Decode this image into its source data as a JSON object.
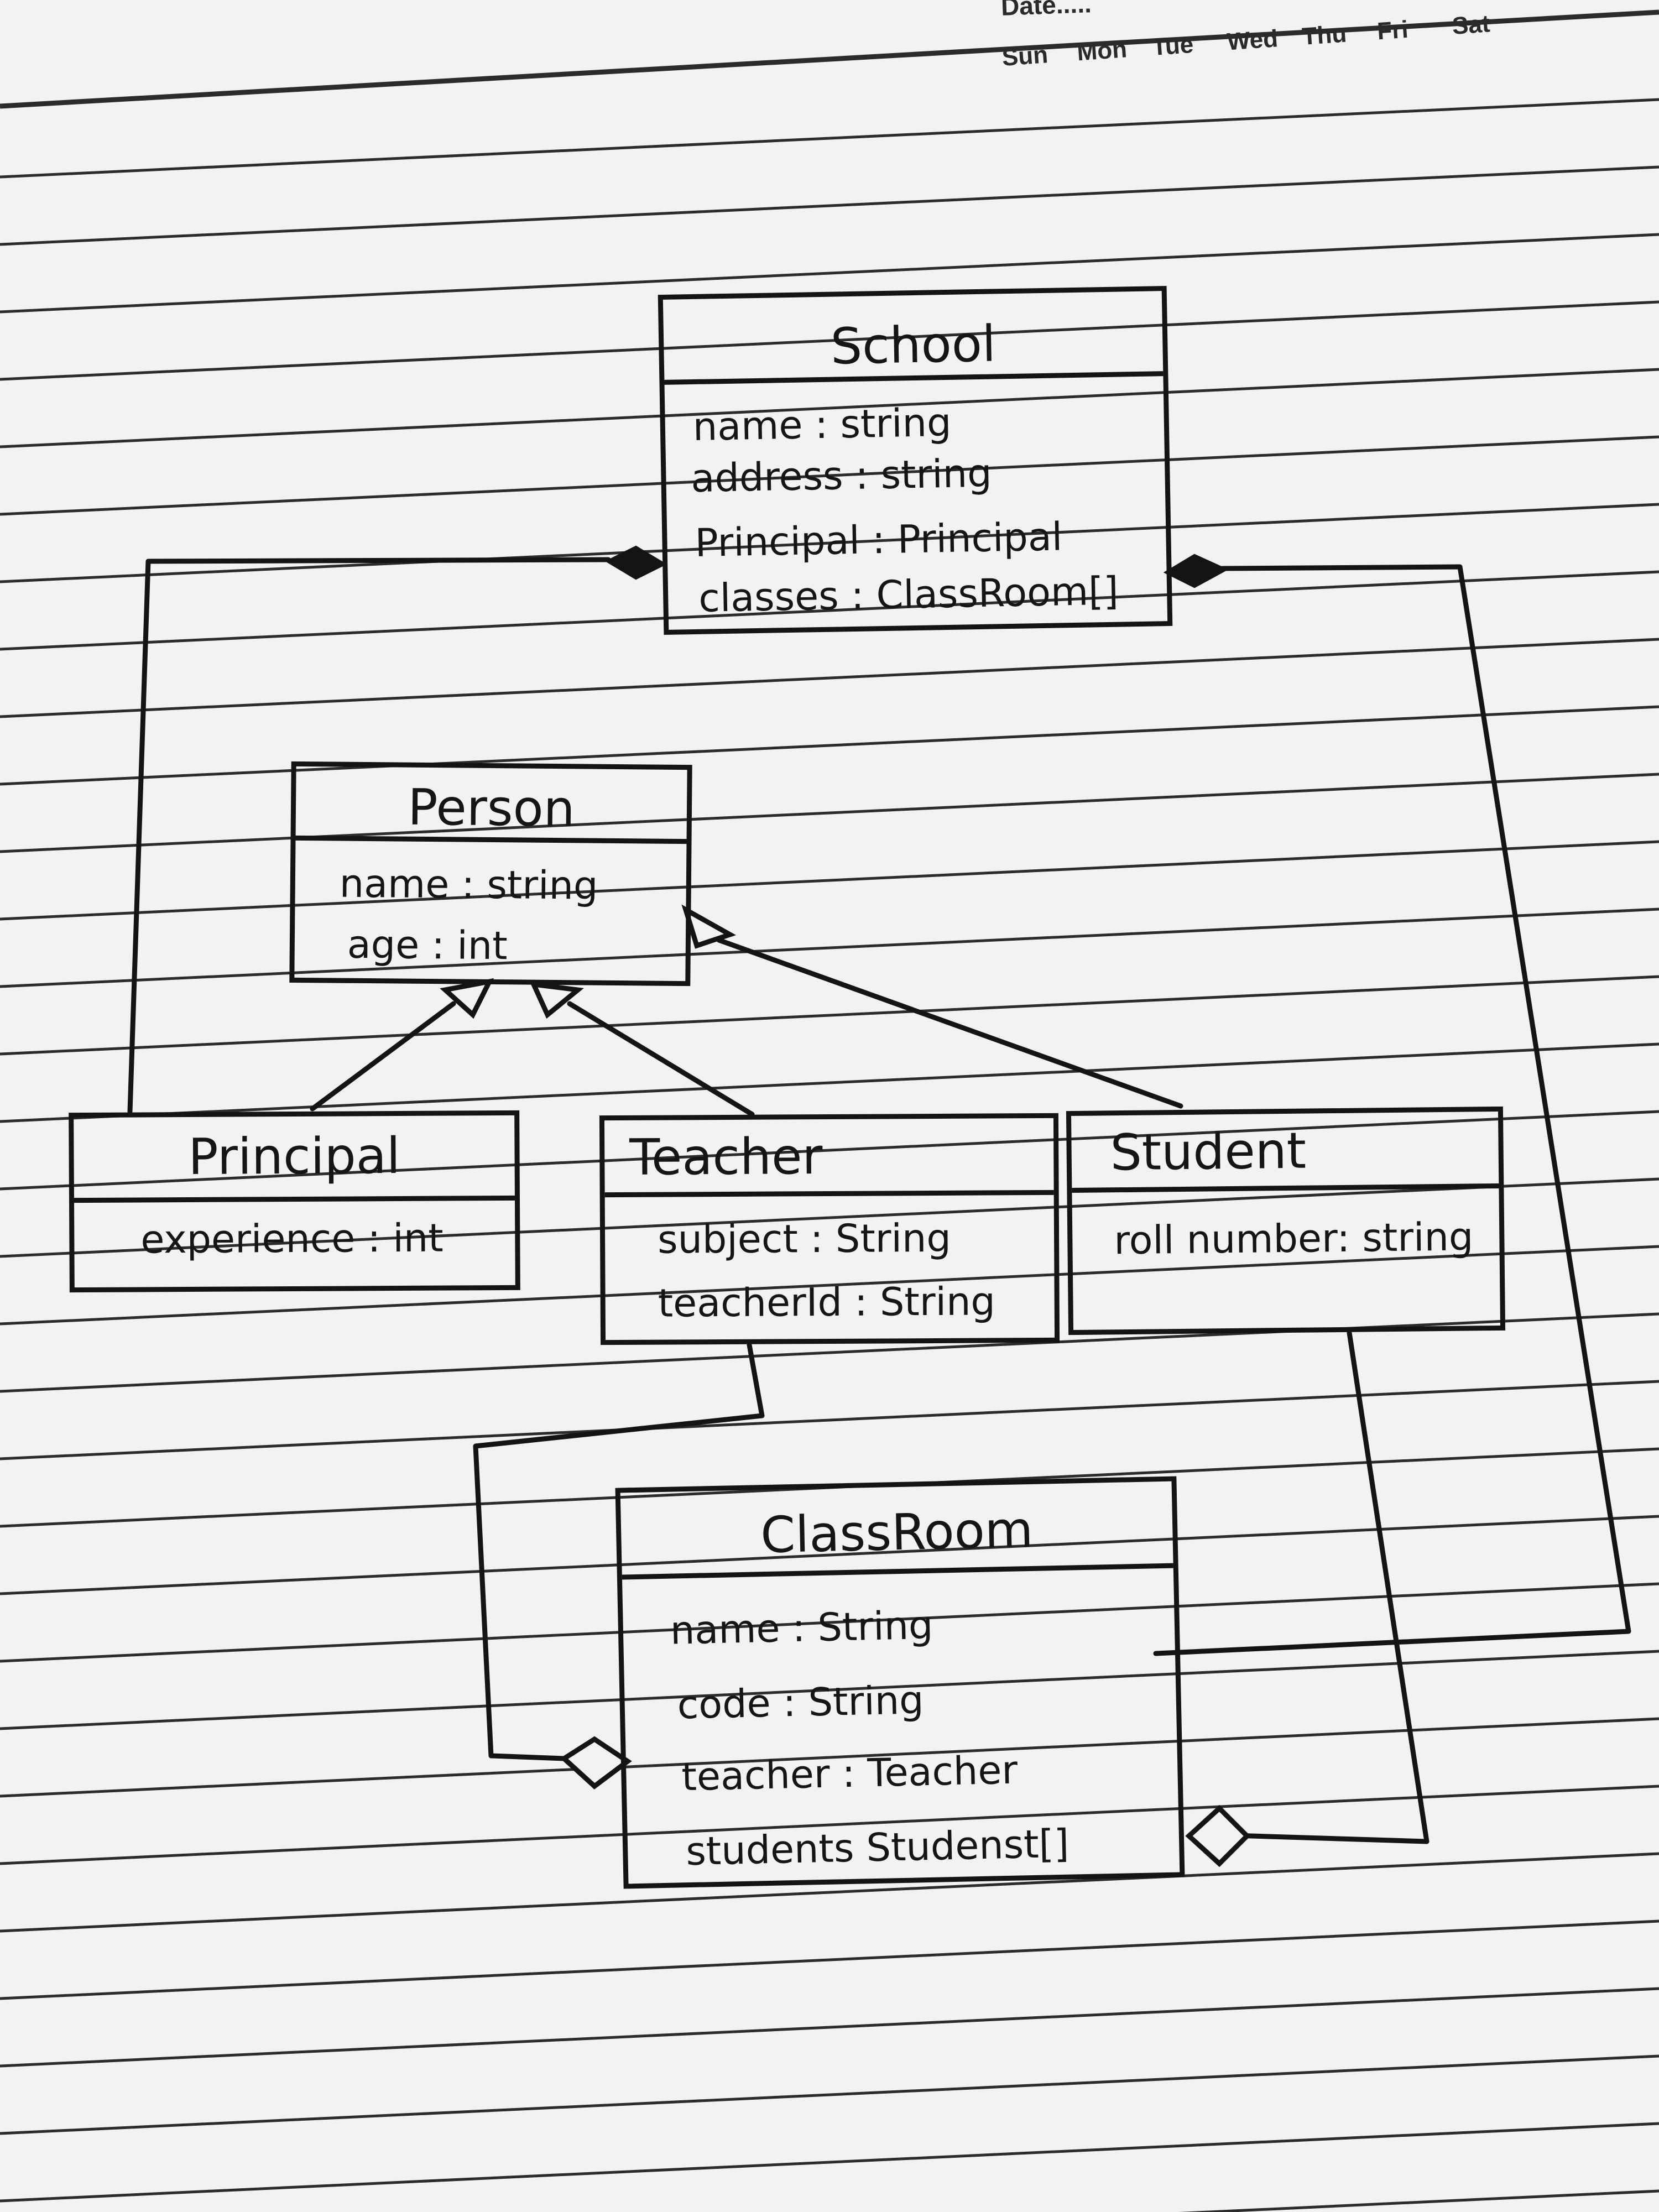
{
  "header": {
    "date_label": "Date.....",
    "days": [
      "Sun",
      "Mon",
      "Tue",
      "Wed",
      "Thu",
      "Fri",
      "Sat"
    ]
  },
  "classes": {
    "school": {
      "name": "School",
      "attributes": [
        "name : string",
        "address : string",
        "Principal : Principal",
        "classes : ClassRoom[]"
      ]
    },
    "person": {
      "name": "Person",
      "attributes": [
        "name : string",
        "age : int"
      ]
    },
    "principal": {
      "name": "Principal",
      "attributes": [
        "experience : int"
      ]
    },
    "teacher": {
      "name": "Teacher",
      "attributes": [
        "subject : String",
        "teacherId : String"
      ]
    },
    "student": {
      "name": "Student",
      "attributes": [
        "roll number: string"
      ]
    },
    "classroom": {
      "name": "ClassRoom",
      "attributes": [
        "name : String",
        "code : String",
        "teacher : Teacher",
        "students Studenst[]"
      ]
    }
  },
  "relationships": [
    {
      "from": "Principal",
      "to": "School",
      "type": "composition"
    },
    {
      "from": "ClassRoom",
      "to": "School",
      "type": "composition"
    },
    {
      "from": "Principal",
      "to": "Person",
      "type": "generalization"
    },
    {
      "from": "Teacher",
      "to": "Person",
      "type": "generalization"
    },
    {
      "from": "Student",
      "to": "Person",
      "type": "generalization"
    },
    {
      "from": "Teacher",
      "to": "ClassRoom",
      "type": "aggregation"
    },
    {
      "from": "Student",
      "to": "ClassRoom",
      "type": "aggregation"
    }
  ],
  "colors": {
    "ink": "#141414",
    "paper": "#f2f2f4",
    "rule_line": "#2b2b2b"
  }
}
